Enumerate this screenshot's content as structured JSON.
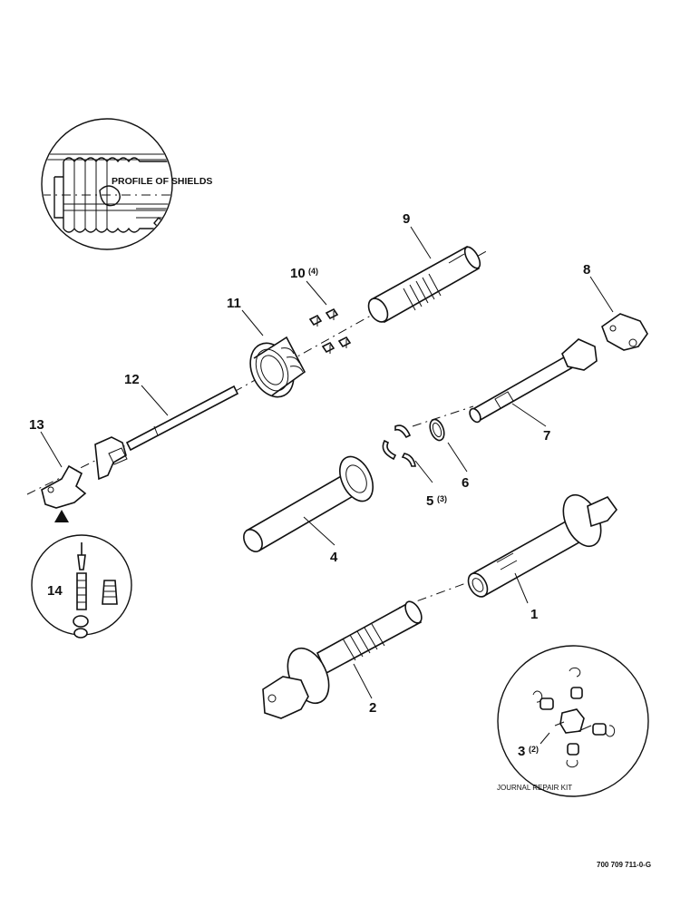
{
  "diagram": {
    "insets": {
      "shield_profile_label": "PROFILE OF SHIELDS",
      "journal_kit_label": "JOURNAL REPAIR KIT"
    },
    "callouts": [
      {
        "id": "1",
        "label": "1",
        "qty": ""
      },
      {
        "id": "2",
        "label": "2",
        "qty": ""
      },
      {
        "id": "3",
        "label": "3",
        "qty": "(2)"
      },
      {
        "id": "4",
        "label": "4",
        "qty": ""
      },
      {
        "id": "5",
        "label": "5",
        "qty": "(3)"
      },
      {
        "id": "6",
        "label": "6",
        "qty": ""
      },
      {
        "id": "7",
        "label": "7",
        "qty": ""
      },
      {
        "id": "8",
        "label": "8",
        "qty": ""
      },
      {
        "id": "9",
        "label": "9",
        "qty": ""
      },
      {
        "id": "10",
        "label": "10",
        "qty": "(4)"
      },
      {
        "id": "11",
        "label": "11",
        "qty": ""
      },
      {
        "id": "12",
        "label": "12",
        "qty": ""
      },
      {
        "id": "13",
        "label": "13",
        "qty": ""
      },
      {
        "id": "14",
        "label": "14",
        "qty": ""
      }
    ],
    "document_number": "700 709 711-0-G"
  }
}
